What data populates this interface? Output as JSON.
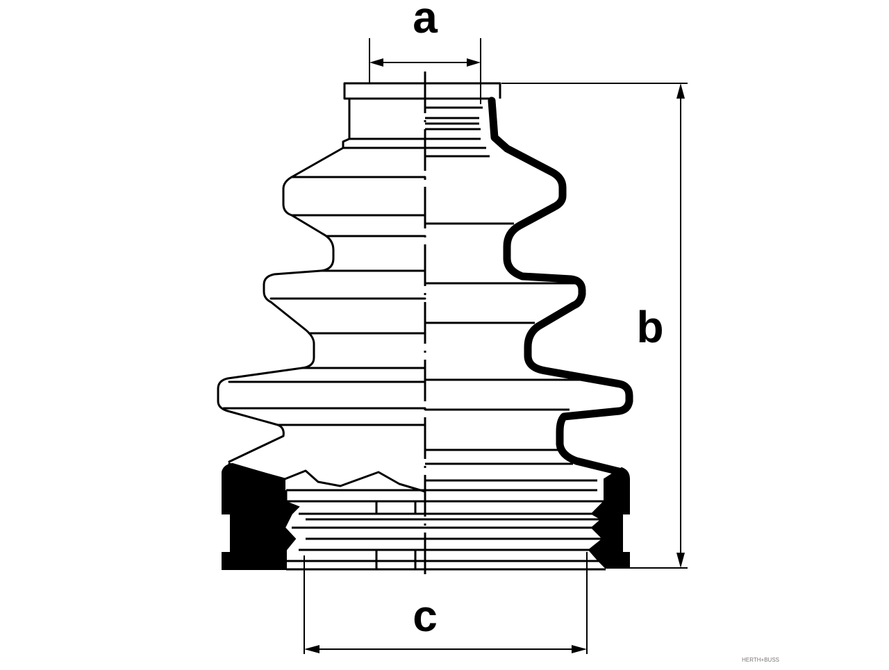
{
  "diagram": {
    "dimension_labels": {
      "a": "a",
      "b": "b",
      "c": "c"
    },
    "brand_mark": "HERTH+BUSS",
    "colors": {
      "ink": "#000000",
      "background": "#ffffff"
    }
  }
}
